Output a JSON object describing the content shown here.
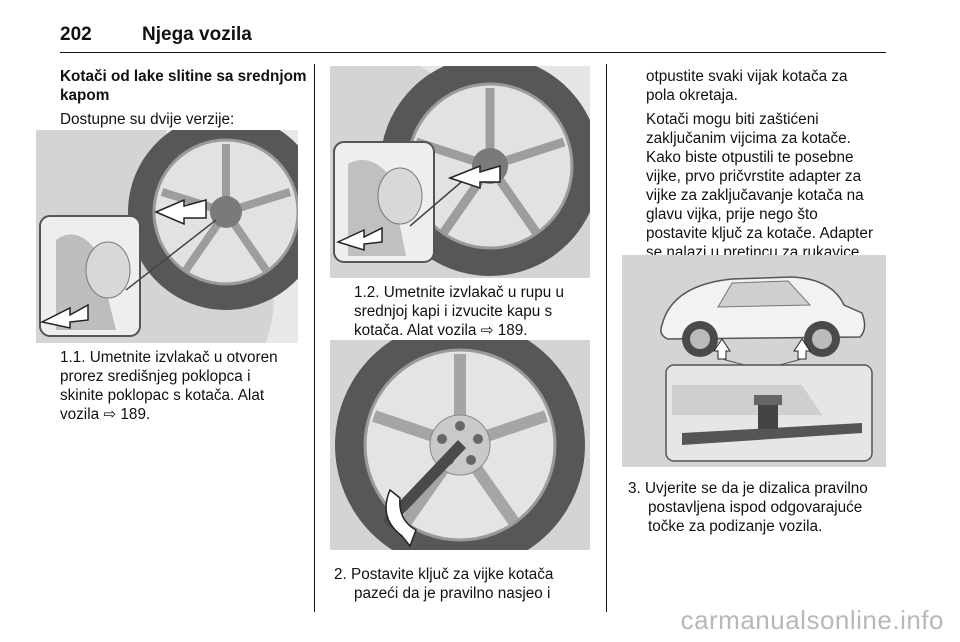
{
  "header": {
    "page_number": "202",
    "title": "Njega vozila"
  },
  "col1": {
    "heading_lines": [
      "Kotači od lake slitine sa srednjom",
      "kapom"
    ],
    "intro": "Dostupne su dvije verzije:",
    "caption_lines": [
      "1.1. Umetnite izvlakač u otvoren",
      "prorez središnjeg poklopca i",
      "skinite poklopac s kotača. Alat",
      "vozila ⇨ 189."
    ]
  },
  "col2": {
    "caption1_lines": [
      "1.2. Umetnite izvlakač u rupu u",
      "srednjoj kapi i izvucite kapu s",
      "kotača. Alat vozila ⇨ 189."
    ],
    "step2_lines": [
      "2. Postavite ključ za vijke kotača",
      "pazeći da je pravilno nasjeo i"
    ]
  },
  "col3": {
    "para1_lines": [
      "otpustite svaki vijak kotača za",
      "pola okretaja."
    ],
    "para2_lines": [
      "Kotači mogu biti zaštićeni",
      "zaključanim vijcima za kotače.",
      "Kako biste otpustili te posebne",
      "vijke, prvo pričvrstite adapter za",
      "vijke za zaključavanje kotača na",
      "glavu vijka, prije nego što",
      "postavite ključ za kotače. Adapter",
      "se nalazi u pretincu za rukavice."
    ],
    "step3_lines": [
      "3. Uvjerite se da je dizalica pravilno",
      "postavljena ispod odgovarajuće",
      "točke za podizanje vozila."
    ]
  },
  "watermark": "carmanualsonline.info"
}
